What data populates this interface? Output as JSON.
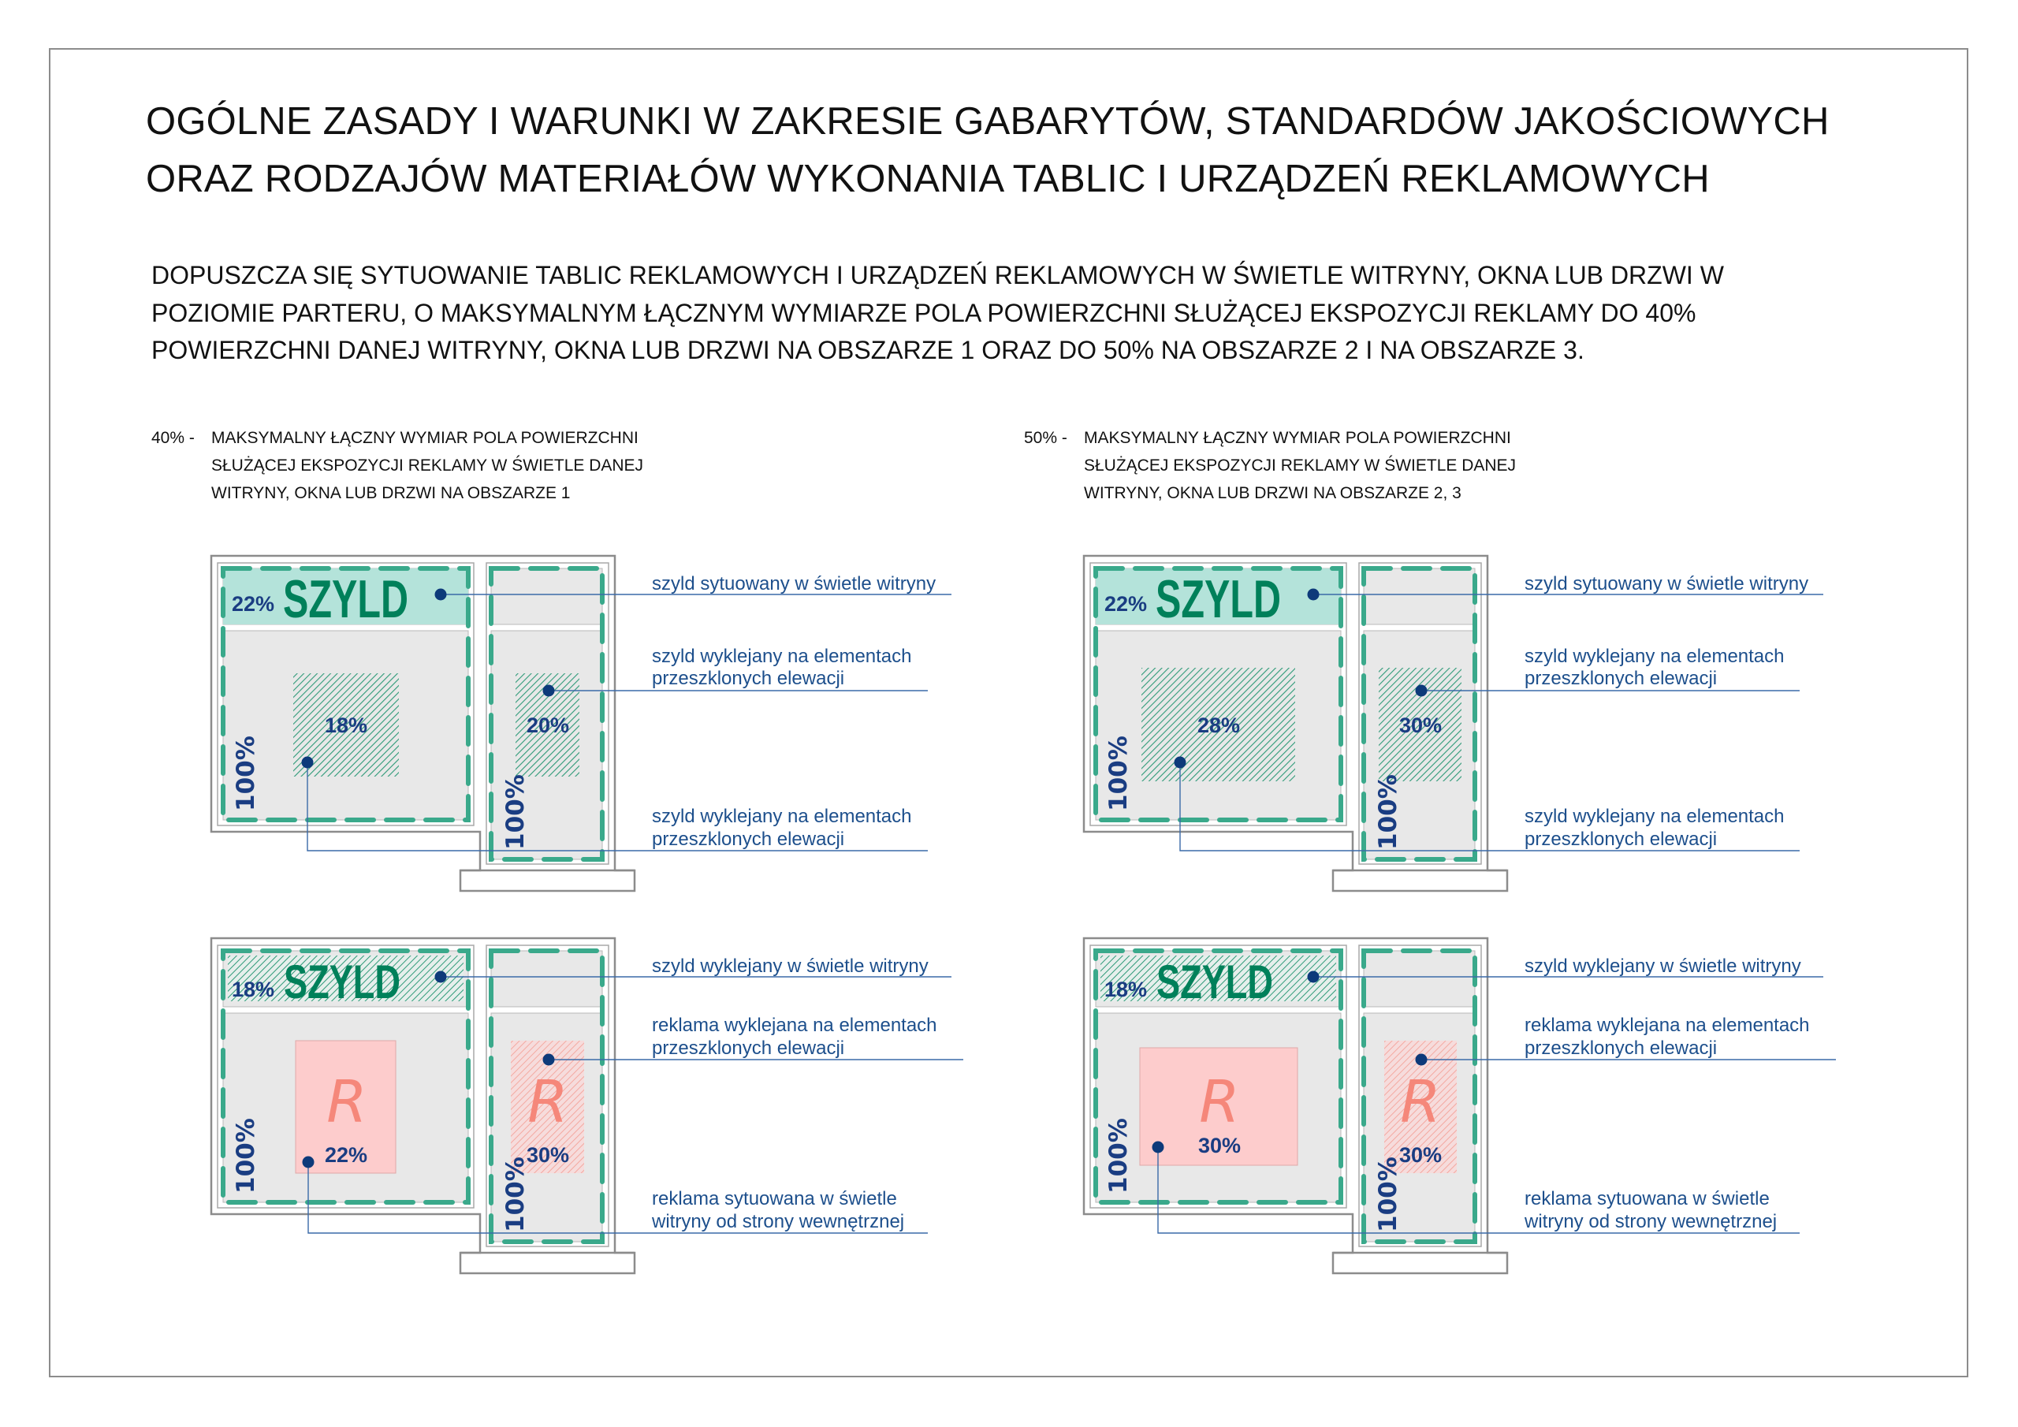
{
  "title": {
    "lines": [
      "OGÓLNE ZASADY I WARUNKI W ZAKRESIE GABARYTÓW, STANDARDÓW JAKOŚCIOWYCH",
      "ORAZ RODZAJÓW MATERIAŁÓW WYKONANIA TABLIC I URZĄDZEŃ REKLAMOWYCH"
    ]
  },
  "intro": {
    "lines": [
      "DOPUSZCZA SIĘ SYTUOWANIE TABLIC REKLAMOWYCH I URZĄDZEŃ REKLAMOWYCH W ŚWIETLE WITRYNY, OKNA LUB DRZWI W",
      "POZIOMIE PARTERU, O MAKSYMALNYM ŁĄCZNYM WYMIARZE POLA POWIERZCHNI SŁUŻĄCEJ EKSPOZYCJI REKLAMY DO 40%",
      "POWIERZCHNI DANEJ WITRYNY, OKNA LUB DRZWI NA OBSZARZE 1 ORAZ DO 50% NA OBSZARZE 2 I NA OBSZARZE 3."
    ]
  },
  "legends": [
    {
      "percent": "40% -",
      "lines": [
        "MAKSYMALNY ŁĄCZNY WYMIAR POLA POWIERZCHNI",
        "SŁUŻĄCEJ EKSPOZYCJI REKLAMY W ŚWIETLE DANEJ",
        "WITRYNY, OKNA LUB DRZWI NA OBSZARZE 1"
      ]
    },
    {
      "percent": "50% -",
      "lines": [
        "MAKSYMALNY ŁĄCZNY WYMIAR POLA POWIERZCHNI",
        "SŁUŻĄCEJ EKSPOZYCJI REKLAMY W ŚWIETLE DANEJ",
        "WITRYNY, OKNA LUB DRZWI NA OBSZARZE 2, 3"
      ]
    }
  ],
  "colors": {
    "wall": "#8c8c8c",
    "glass": "#e8e8e8",
    "dash": "#3aa98b",
    "sign_band": "#b4e3da",
    "sign_text": "#00805a",
    "hatch": "#2e9a78",
    "ad_fill": "#fdcccc",
    "ad_hatch": "#f4a39a",
    "ad_letter": "#f5877a",
    "marker": "#0d3a7a",
    "leader": "#3a6aa8",
    "label": "#1d4f8c"
  },
  "diagrams": [
    {
      "id": "area1-sign",
      "full_label": "100%",
      "sign": {
        "text": "SZYLD",
        "percent": "22%",
        "style": "band"
      },
      "window_element": {
        "percent": "18%",
        "style": "hatched",
        "marker": "bottom-left"
      },
      "door_element": {
        "percent": "20%",
        "style": "hatched"
      },
      "labels": [
        [
          "szyld sytuowany w świetle witryny"
        ],
        [
          "szyld wyklejany na elementach",
          "przeszklonych elewacji"
        ],
        [
          "szyld wyklejany na elementach",
          "przeszklonych elewacji"
        ]
      ]
    },
    {
      "id": "area23-sign",
      "full_label": "100%",
      "sign": {
        "text": "SZYLD",
        "percent": "22%",
        "style": "band"
      },
      "window_element": {
        "percent": "28%",
        "style": "hatched",
        "marker": "bottom-left"
      },
      "door_element": {
        "percent": "30%",
        "style": "hatched"
      },
      "labels": [
        [
          "szyld sytuowany w świetle witryny"
        ],
        [
          "szyld wyklejany na elementach",
          "przeszklonych elewacji"
        ],
        [
          "szyld wyklejany na elementach",
          "przeszklonych elewacji"
        ]
      ]
    },
    {
      "id": "area1-ad",
      "full_label": "100%",
      "sign": {
        "text": "SZYLD",
        "percent": "18%",
        "style": "hatched"
      },
      "window_element": {
        "percent": "22%",
        "style": "ad",
        "letter": "R"
      },
      "door_element": {
        "percent": "30%",
        "style": "ad-hatched",
        "letter": "R"
      },
      "labels": [
        [
          "szyld wyklejany w świetle witryny"
        ],
        [
          "reklama wyklejana na elementach",
          "przeszklonych elewacji"
        ],
        [
          "reklama sytuowana w świetle",
          "witryny od strony wewnętrznej"
        ]
      ]
    },
    {
      "id": "area23-ad",
      "full_label": "100%",
      "sign": {
        "text": "SZYLD",
        "percent": "18%",
        "style": "hatched"
      },
      "window_element": {
        "percent": "30%",
        "style": "ad",
        "letter": "R"
      },
      "door_element": {
        "percent": "30%",
        "style": "ad-hatched",
        "letter": "R"
      },
      "labels": [
        [
          "szyld wyklejany w świetle witryny"
        ],
        [
          "reklama wyklejana na elementach",
          "przeszklonych elewacji"
        ],
        [
          "reklama sytuowana w świetle",
          "witryny od strony wewnętrznej"
        ]
      ]
    }
  ]
}
